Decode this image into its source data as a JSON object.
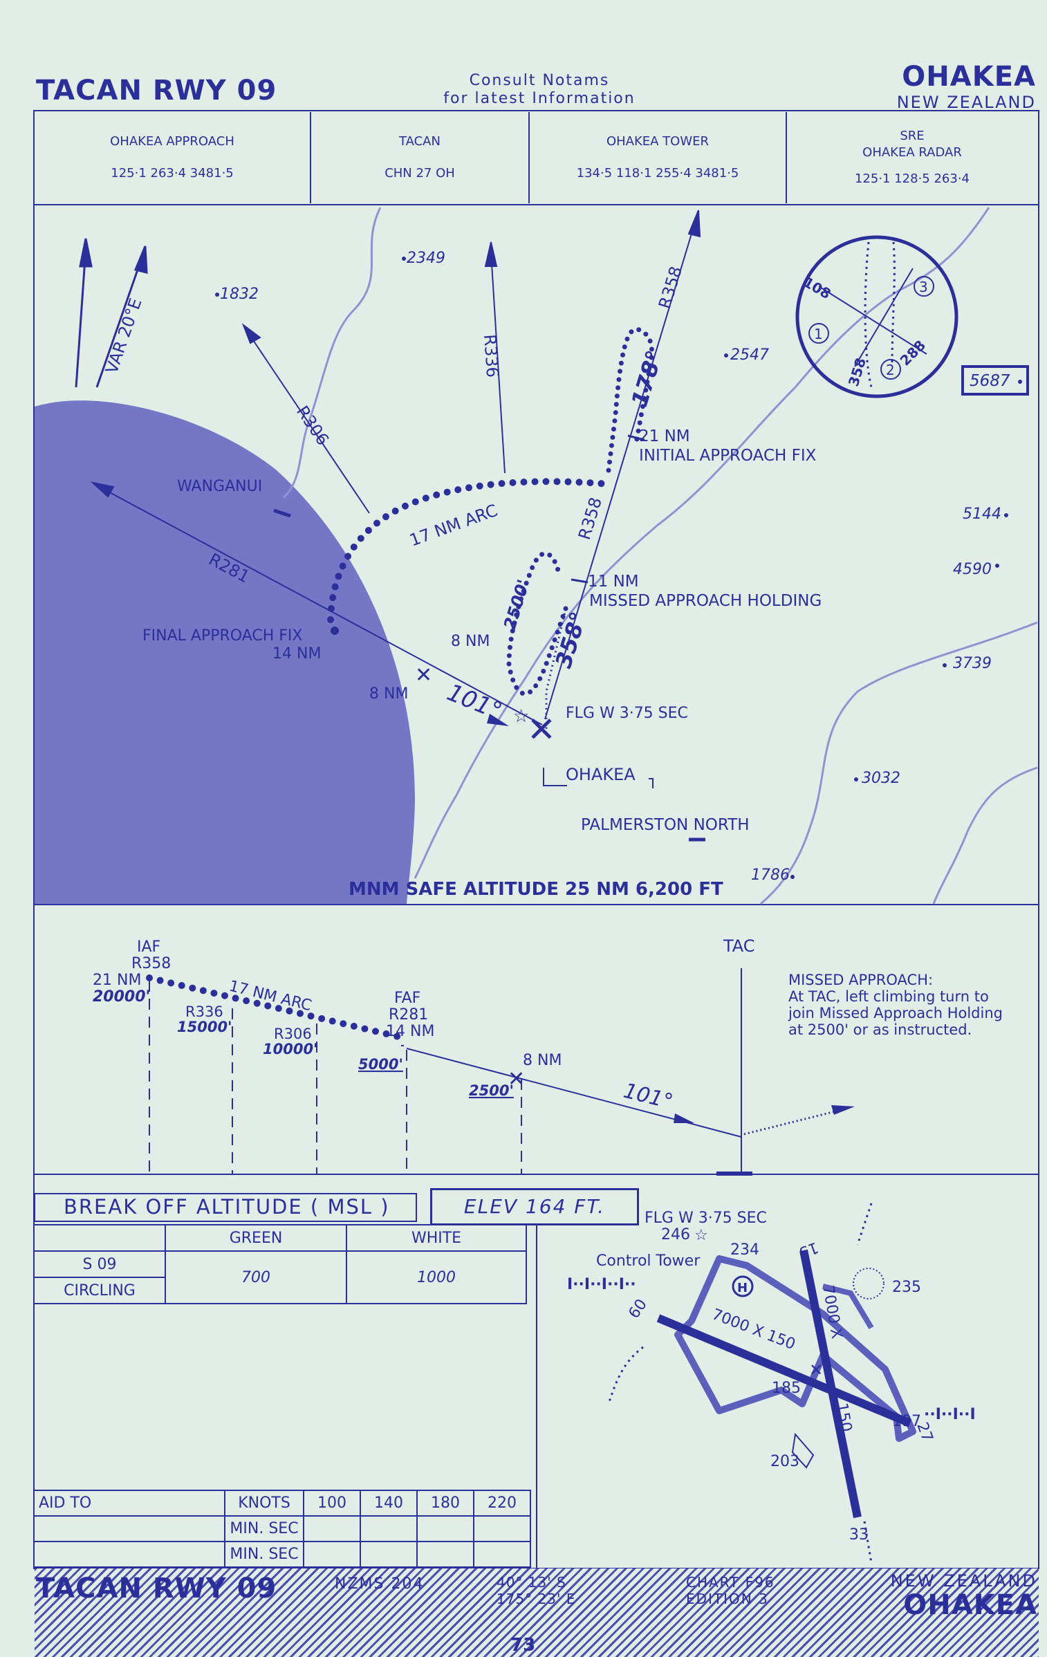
{
  "header": {
    "procedure": "TACAN RWY 09",
    "notice_line1": "Consult  Notams",
    "notice_line2": "for latest Information",
    "airport": "OHAKEA",
    "country": "NEW ZEALAND"
  },
  "frequencies": [
    {
      "name": "OHAKEA APPROACH",
      "name2": "",
      "value": "125·1  263·4  3481·5"
    },
    {
      "name": "TACAN",
      "name2": "",
      "value": "CHN  27  OH"
    },
    {
      "name": "OHAKEA TOWER",
      "name2": "",
      "value": "134·5  118·1  255·4  3481·5"
    },
    {
      "name": "SRE",
      "name2": "OHAKEA RADAR",
      "value": "125·1  128·5  263·4"
    }
  ],
  "plan": {
    "var": "VAR  20°E",
    "spot_heights": [
      "2349",
      "1832",
      "2547",
      "5144",
      "4590",
      "3739",
      "3032",
      "1786"
    ],
    "max_elev": "5687",
    "radials": {
      "r281": "R281",
      "r306": "R306",
      "r336": "R336",
      "r358_top": "R358",
      "r358_mid": "R358"
    },
    "places": {
      "wanganui": "WANGANUI",
      "palmerston": "PALMERSTON NORTH",
      "ohakea": "OHAKEA"
    },
    "arc": "17 NM ARC",
    "iaf_1": "21 NM",
    "iaf_2": "INITIAL APPROACH FIX",
    "mah_1": "11 NM",
    "mah_2": "MISSED APPROACH HOLDING",
    "faf_1": "FINAL APPROACH FIX",
    "faf_2": "14 NM",
    "nm8_a": "8 NM",
    "nm8_b": "8 NM",
    "final_course": "101°",
    "hold_course": "178°",
    "ma_course": "358°",
    "hold_alt": "2500'",
    "beacon": "FLG W 3·75 SEC",
    "msa": "MNM SAFE ALTITUDE 25 NM  6,200 FT",
    "inset_108": "108",
    "inset_288": "288",
    "inset_358": "358",
    "inset_1": "1",
    "inset_2": "2",
    "inset_3": "3"
  },
  "profile": {
    "iaf": [
      "IAF",
      "R358",
      "21 NM",
      "20000'"
    ],
    "r336": [
      "R336",
      "15000'"
    ],
    "r306": [
      "R306",
      "10000'"
    ],
    "arc": "17 NM ARC",
    "faf": [
      "FAF",
      "R281",
      "14 NM",
      "5000'"
    ],
    "nm8": [
      "8 NM",
      "2500'"
    ],
    "course": "101°",
    "tac": "TAC",
    "missed": [
      "MISSED APPROACH:",
      "At TAC, left climbing turn to",
      "join Missed Approach Holding",
      "at 2500' or as instructed."
    ]
  },
  "minima": {
    "title": "BREAK OFF ALTITUDE  ( MSL )",
    "elev": "ELEV   164   FT.",
    "green": "GREEN",
    "white": "WHITE",
    "row1": "S 09",
    "row2": "CIRCLING",
    "green_value": "700",
    "white_value": "1000"
  },
  "aid": {
    "label": "AID TO",
    "knots": "KNOTS",
    "speeds": [
      "100",
      "140",
      "180",
      "220"
    ],
    "min_sec": "MIN. SEC"
  },
  "aerodrome": {
    "beacon": "FLG W 3·75 SEC",
    "b246": "246",
    "tower": "Control Tower",
    "e234": "234",
    "e235": "235",
    "e185": "185",
    "e197": "197",
    "e203": "203",
    "rwy_main": "7000 X 150",
    "rwy_cross": "7000 X",
    "rwy_cross_w": "150",
    "r60": "60",
    "r15": "15",
    "r27": "27",
    "r33": "33",
    "heli": "H"
  },
  "footer": {
    "procedure": "TACAN RWY 09",
    "nzms": "NZMS  204",
    "lat": "40° 13' S",
    "lon": "175° 23' E",
    "chart": "CHART  F96",
    "edition": "EDITION  3",
    "country": "NEW  ZEALAND",
    "airport": "OHAKEA",
    "page": "73"
  }
}
